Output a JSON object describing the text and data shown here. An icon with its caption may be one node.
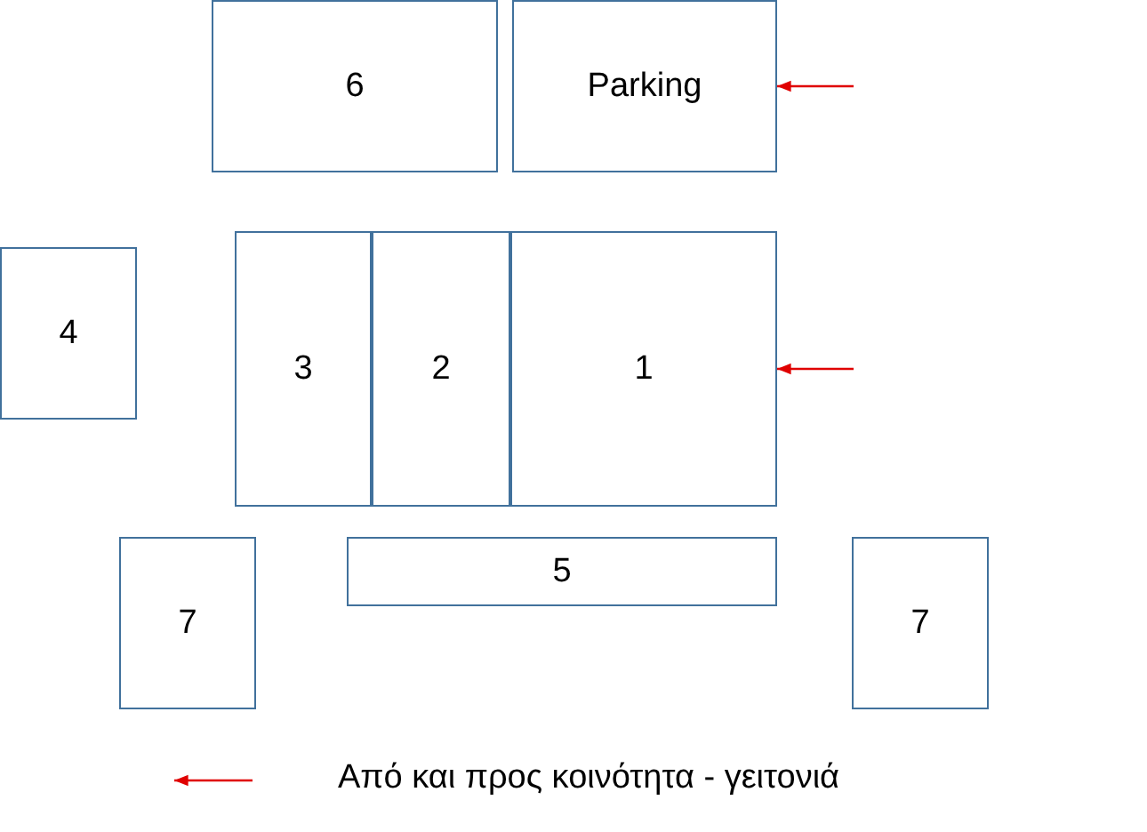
{
  "diagram": {
    "nodes": [
      {
        "text": [
          "6"
        ]
      },
      {
        "text": [
          "Parking"
        ]
      },
      {
        "text": [
          "4"
        ]
      },
      {
        "text": [
          "3"
        ]
      },
      {
        "text": [
          "2"
        ]
      },
      {
        "text": [
          "1"
        ]
      },
      {
        "text": [
          "5"
        ]
      },
      {
        "text": [
          "7"
        ]
      },
      {
        "text": [
          "7"
        ]
      }
    ],
    "edges": [
      {
        "from": null,
        "to": 1,
        "arrow": "to"
      },
      {
        "from": null,
        "to": 5,
        "arrow": "to"
      }
    ],
    "legend": [
      {
        "text": "Από και προς κοινότητα - γειτονιά"
      }
    ]
  }
}
